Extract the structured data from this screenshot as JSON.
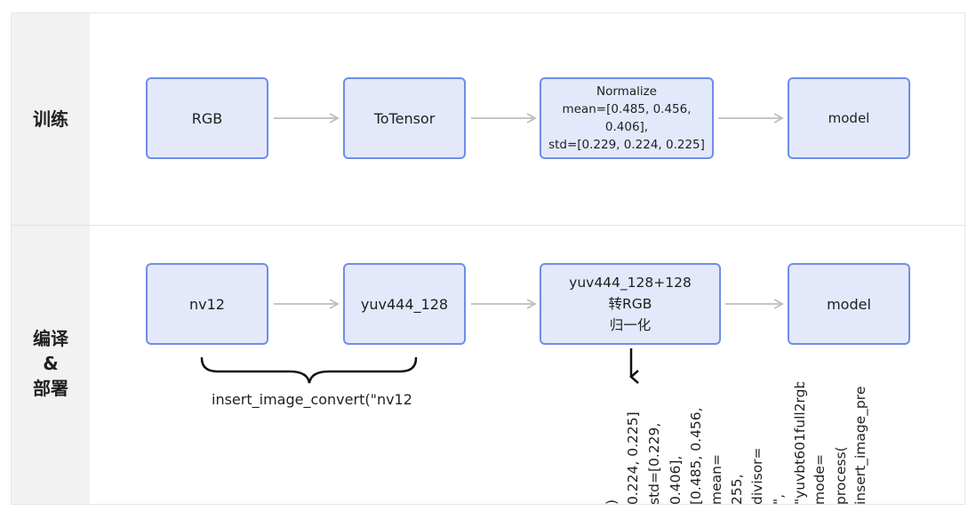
{
  "lanes": {
    "train": {
      "label": "训练"
    },
    "deploy": {
      "label_lines": [
        "编译",
        "&",
        "部署"
      ]
    }
  },
  "train_row": {
    "rgb": "RGB",
    "totensor": "ToTensor",
    "normalize": {
      "title": "Normalize",
      "mean": "mean=[0.485, 0.456, 0.406],",
      "std": "std=[0.229, 0.224, 0.225]"
    },
    "model": "model"
  },
  "deploy_row": {
    "nv12": "nv12",
    "yuv444": "yuv444_128",
    "convert": {
      "line1": "yuv444_128+128",
      "line2": "转RGB",
      "line3": "归一化"
    },
    "model": "model"
  },
  "annotations": {
    "brace_label": "insert_image_convert(\"nv12",
    "preprocess_columns": [
      "insert_image_pre",
      "process(",
      "mode=",
      "\"yuvbt601full2rgb",
      "\",",
      "divisor=",
      "255,",
      "mean=",
      "[0.485, 0.456,",
      "0.406],",
      "std=[0.229,",
      "0.224, 0.225]",
      ")"
    ]
  },
  "colors": {
    "node_fill": "#e3e9fb",
    "node_border": "#6f8ee8",
    "arrow": "#bdbdbd",
    "lane_label_bg": "#f2f2f2"
  }
}
